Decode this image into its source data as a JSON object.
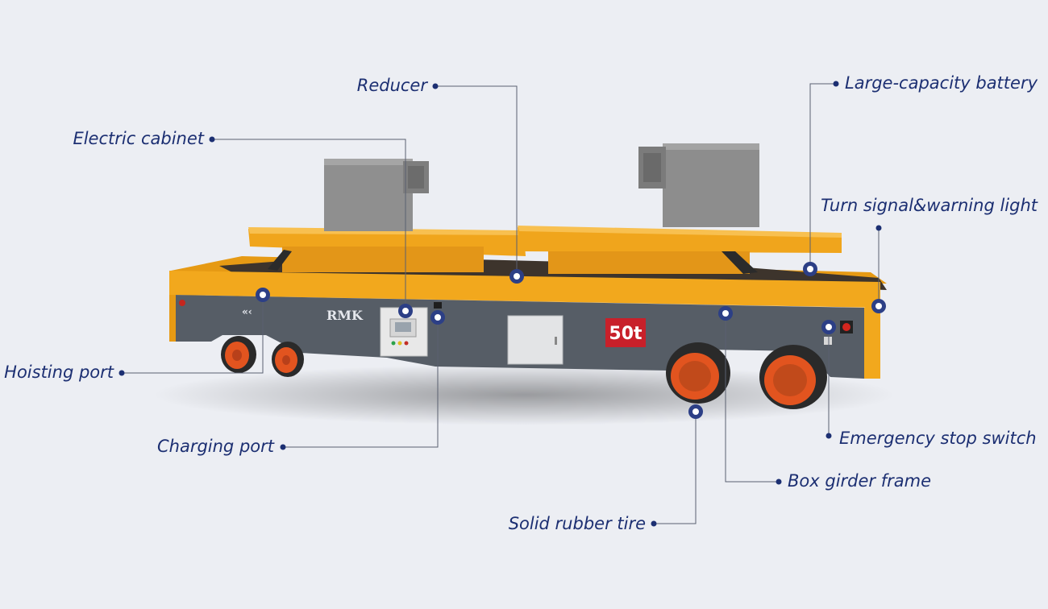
{
  "brand_text": "RMK",
  "capacity_badge": "50t",
  "labels": {
    "reducer": "Reducer",
    "large_capacity_battery": "Large-capacity battery",
    "electric_cabinet": "Electric cabinet",
    "turn_signal_warning_light": "Turn signal&warning light",
    "hoisting_port": "Hoisting port",
    "charging_port": "Charging port",
    "emergency_stop_switch": "Emergency stop switch",
    "box_girder_frame": "Box girder frame",
    "solid_rubber_tire": "Solid rubber tire"
  },
  "colors": {
    "background": "#eceef3",
    "label_text": "#1c2f72",
    "frame_yellow": "#f2a81d",
    "body_gray": "#565d66",
    "wheel_orange": "#e2541f",
    "badge_red": "#c8202a",
    "reducer_gray": "#8b8b8b"
  }
}
